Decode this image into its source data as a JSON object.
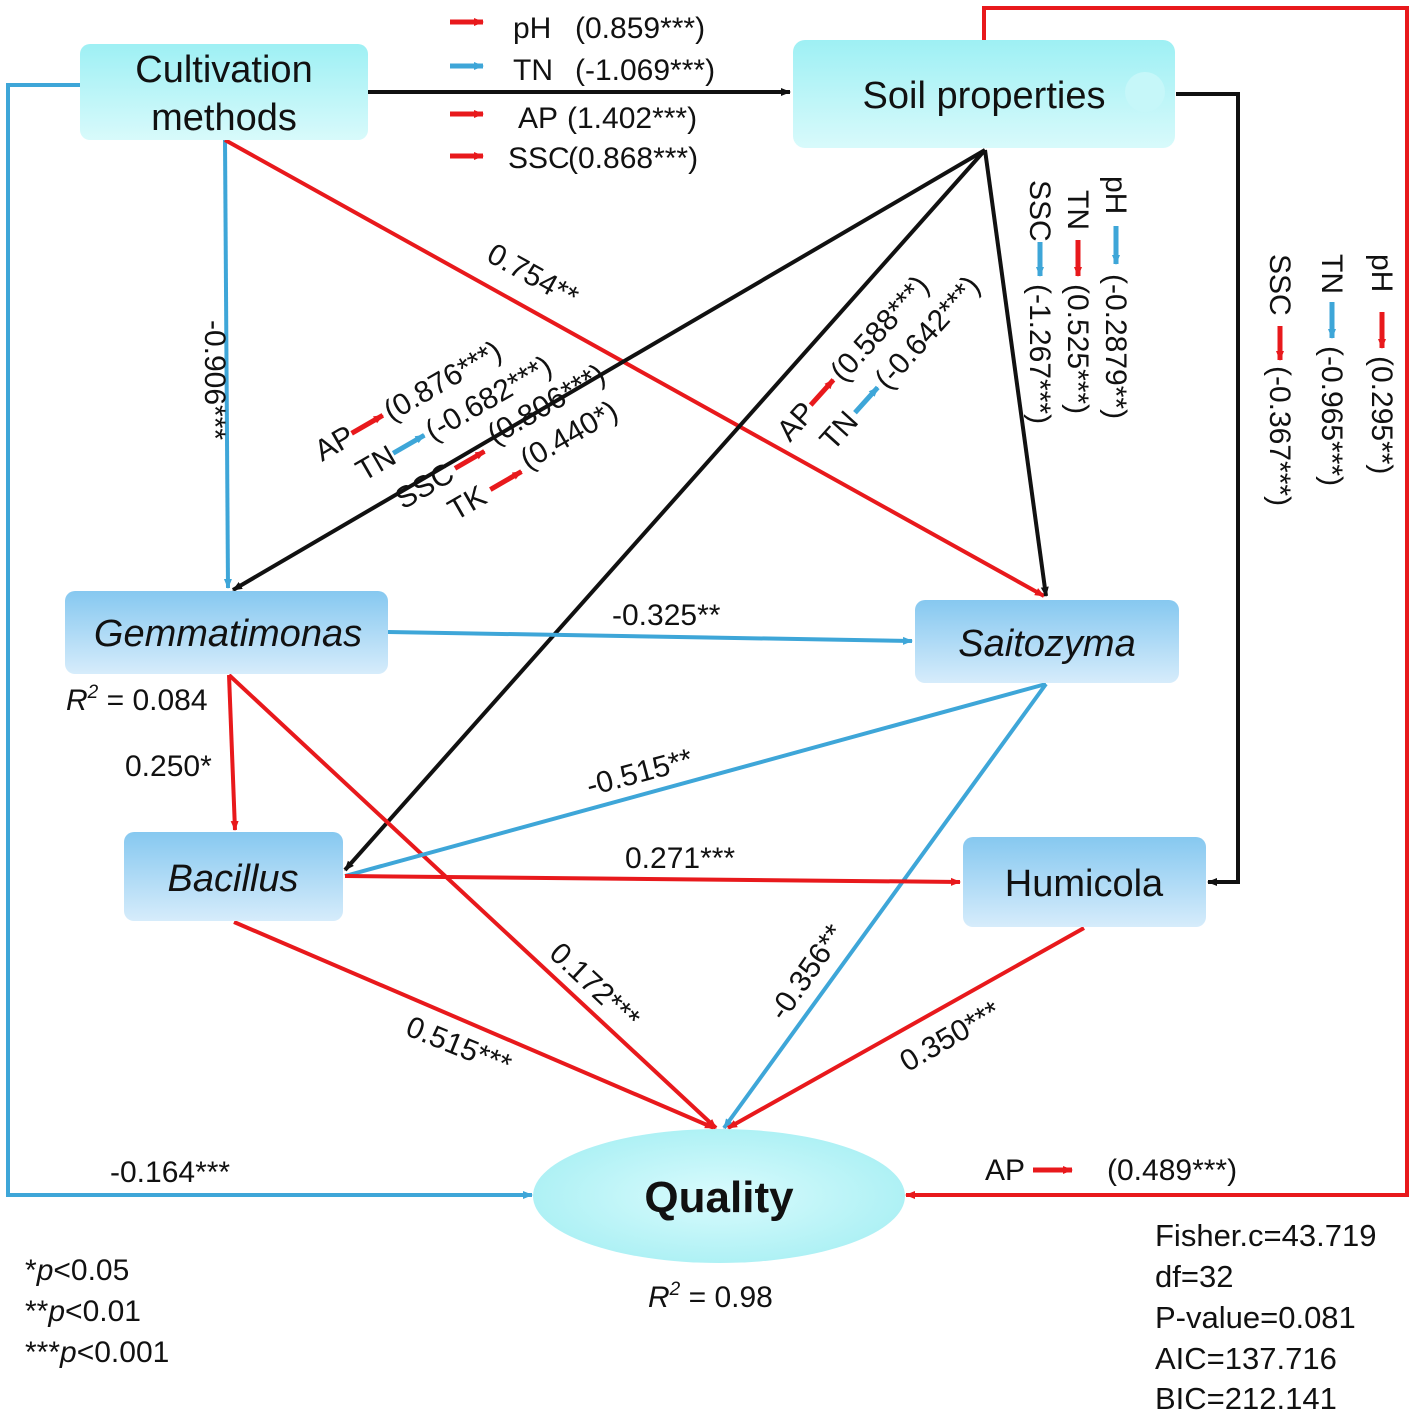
{
  "colors": {
    "black": "#111111",
    "red": "#e8191c",
    "blue": "#3ea6d8",
    "node_cyan": "#a8f2f5",
    "node_blue": "#8fcdf2"
  },
  "nodes": {
    "cultivation": {
      "line1": "Cultivation",
      "line2": "methods"
    },
    "soil": "Soil properties",
    "gemmatimonas": "Gemmatimonas",
    "saitozyma": "Saitozyma",
    "bacillus": "Bacillus",
    "humicola": "Humicola",
    "quality": "Quality"
  },
  "r2": {
    "gemmatimonas": {
      "prefix": "R",
      "sup": "2",
      "value": " = 0.084"
    },
    "quality": {
      "prefix": "R",
      "sup": "2",
      "value": " = 0.98"
    }
  },
  "cultivation_soil_items": [
    {
      "name": "pH",
      "value": "(0.859***)",
      "arrow": "red"
    },
    {
      "name": "TN",
      "value": "(-1.069***)",
      "arrow": "blue"
    },
    {
      "name": "AP",
      "value": "(1.402***)",
      "arrow": "red"
    },
    {
      "name": "SSC",
      "value": "(0.868***)",
      "arrow": "red"
    }
  ],
  "soil_gemm_items": [
    {
      "name": "AP",
      "value": "(0.876***)",
      "arrow": "red"
    },
    {
      "name": "TN",
      "value": "(-0.682***)",
      "arrow": "blue"
    },
    {
      "name": "SSC",
      "value": "(0.806***)",
      "arrow": "red"
    },
    {
      "name": "TK",
      "value": "(0.440*)",
      "arrow": "red"
    }
  ],
  "soil_bacillus_items": [
    {
      "name": "AP",
      "value": "(0.588***)",
      "arrow": "red"
    },
    {
      "name": "TN",
      "value": "(-0.642***)",
      "arrow": "blue"
    }
  ],
  "soil_saito_items": [
    {
      "name": "pH",
      "value": "(-0.2879**)",
      "arrow": "blue"
    },
    {
      "name": "TN",
      "value": "(0.525***)",
      "arrow": "red"
    },
    {
      "name": "SSC",
      "value": "(-1.267***)",
      "arrow": "blue"
    }
  ],
  "soil_humicola_items": [
    {
      "name": "pH",
      "value": "(0.295**)",
      "arrow": "red"
    },
    {
      "name": "TN",
      "value": "(-0.965***)",
      "arrow": "blue"
    },
    {
      "name": "SSC",
      "value": "(-0.367***)",
      "arrow": "red"
    }
  ],
  "soil_quality_item": {
    "name": "AP",
    "value": "(0.489***)",
    "arrow": "red"
  },
  "paths": {
    "cult_gemm": "-0.906***",
    "cult_saito": "0.754**",
    "cult_quality": "-0.164***",
    "gemm_saito": "-0.325**",
    "gemm_bacillus": "0.250*",
    "gemm_quality": "0.172***",
    "saito_bacillus": "-0.515**",
    "saito_quality": "-0.356**",
    "bacillus_humicola": "0.271***",
    "bacillus_quality": "0.515***",
    "humicola_quality": "0.350***"
  },
  "significance": [
    {
      "stars": "*",
      "p": "p",
      "threshold": "<0.05"
    },
    {
      "stars": "**",
      "p": "p",
      "threshold": "<0.01"
    },
    {
      "stars": "***",
      "p": "p",
      "threshold": "<0.001"
    }
  ],
  "fit_stats": [
    "Fisher.c=43.719",
    "df=32",
    "P-value=0.081",
    "AIC=137.716",
    "BIC=212.141"
  ]
}
